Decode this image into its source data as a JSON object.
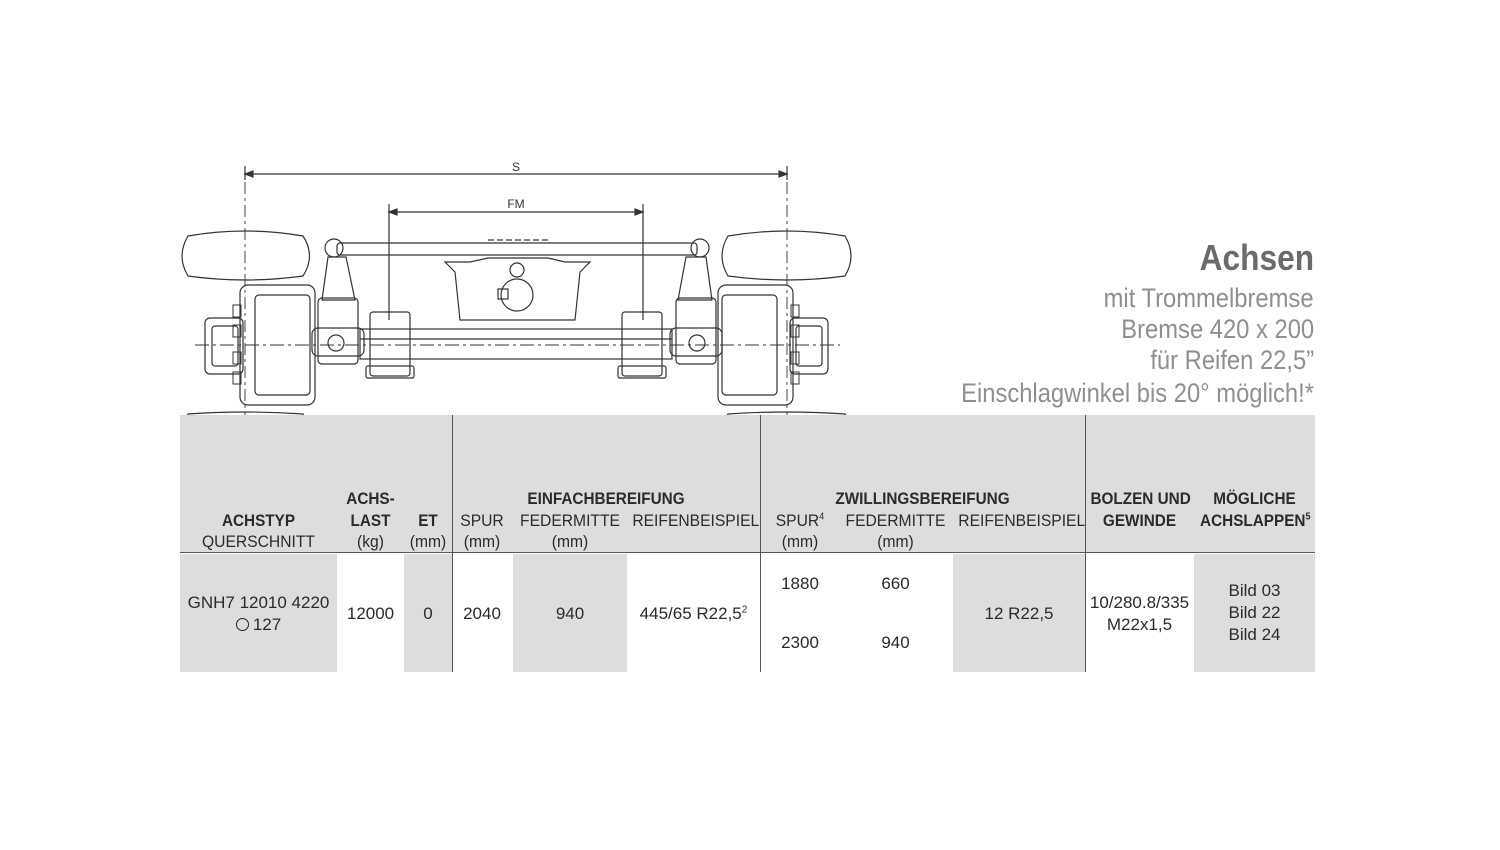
{
  "drawing": {
    "dim_s": "S",
    "dim_fm": "FM"
  },
  "heading": {
    "title": "Achsen",
    "line1": "mit Trommelbremse",
    "line2": "Bremse 420 x 200",
    "line3": "für Reifen 22,5”",
    "line4": "Einschlagwinkel bis 20° möglich!*"
  },
  "table": {
    "headers": {
      "achstyp": "ACHSTYP",
      "querschnitt": "QUERSCHNITT",
      "achslast_1": "ACHS-",
      "achslast_2": "LAST",
      "achslast_unit": "(kg)",
      "et": "ET",
      "et_unit": "(mm)",
      "einfach": "EINFACHBEREIFUNG",
      "spur": "SPUR",
      "spur_unit": "(mm)",
      "federmitte": "FEDERMITTE",
      "federmitte_unit": "(mm)",
      "reifenbeispiel": "REIFENBEISPIEL",
      "zwilling": "ZWILLINGSBEREIFUNG",
      "z_spur": "SPUR",
      "z_spur_note": "4",
      "z_spur_unit": "(mm)",
      "z_federmitte": "FEDERMITTE",
      "z_federmitte_unit": "(mm)",
      "z_reifenbeispiel": "REIFENBEISPIEL",
      "bolzen_1": "BOLZEN UND",
      "bolzen_2": "GEWINDE",
      "achslappen_1": "MÖGLICHE",
      "achslappen_2": "ACHSLAPPEN",
      "achslappen_note": "5"
    },
    "row": {
      "achstyp": "GNH7 12010 4220",
      "querschnitt": "127",
      "achslast": "12000",
      "et": "0",
      "spur": "2040",
      "federmitte": "940",
      "reifen": "445/65 R22,5",
      "reifen_note": "2",
      "z_spur_1": "1880",
      "z_spur_2": "2300",
      "z_feder_1": "660",
      "z_feder_2": "940",
      "z_reifen": "12 R22,5",
      "bolzen_1": "10/280.8/335",
      "bolzen_2": "M22x1,5",
      "lappen_1": "Bild 03",
      "lappen_2": "Bild 22",
      "lappen_3": "Bild 24"
    }
  }
}
